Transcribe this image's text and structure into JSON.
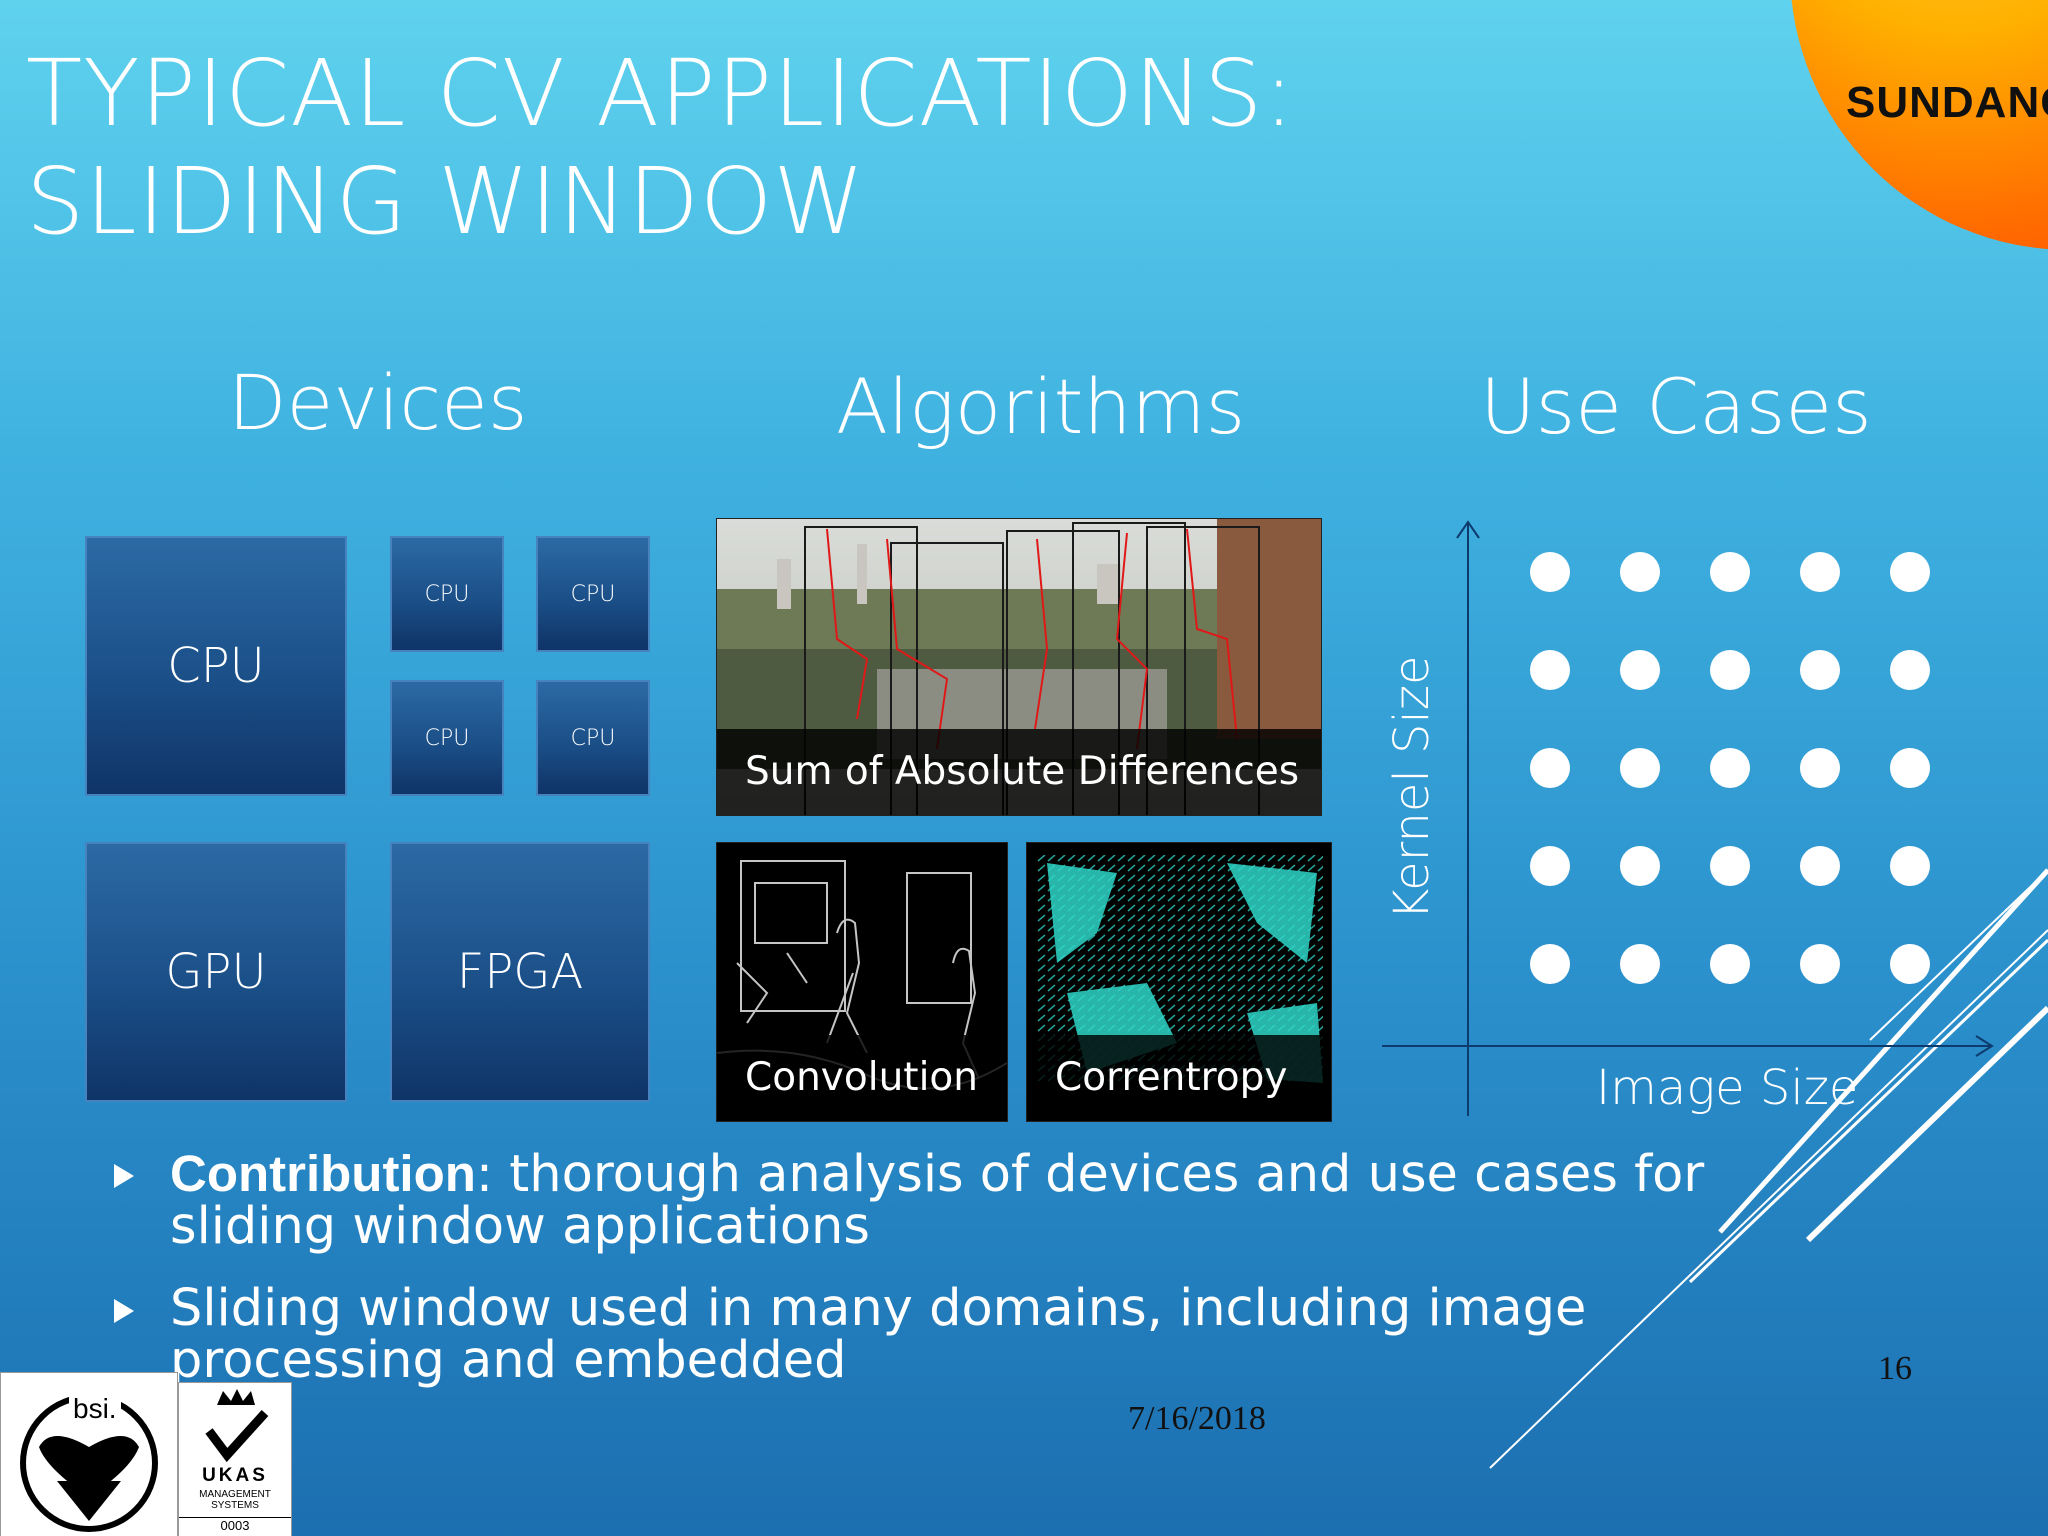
{
  "slide": {
    "title": "TYPICAL CV APPLICATIONS: SLIDING WINDOW",
    "logo_text": "SUNDANCE",
    "columns": {
      "devices": "Devices",
      "algorithms": "Algorithms",
      "use_cases": "Use Cases"
    },
    "devices": {
      "cpu_large": "CPU",
      "cpu_small": [
        "CPU",
        "CPU",
        "CPU",
        "CPU"
      ],
      "gpu": "GPU",
      "fpga": "FPGA"
    },
    "algorithms": {
      "sad": "Sum of Absolute Differences",
      "convolution": "Convolution",
      "correntropy": "Correntropy"
    },
    "use_cases": {
      "y_axis_label": "Kernel Size",
      "x_axis_label": "Image Size",
      "grid_rows": 5,
      "grid_cols": 5
    },
    "bullets": [
      {
        "bold": "Contribution",
        "text": ": thorough analysis of devices and use cases for sliding window applications"
      },
      {
        "bold": "",
        "text": "Sliding window used in many domains, including image processing and embedded"
      }
    ],
    "page_number": "16",
    "date": "7/16/2018",
    "certification": {
      "bsi": "bsi.",
      "ukas": "UKAS",
      "ukas_sub": "MANAGEMENT SYSTEMS",
      "ukas_num": "0003"
    },
    "colors": {
      "accent_orange": "#ff8c00",
      "tile_blue": "#1b4f88",
      "correntropy_cyan": "#2fd6c8"
    }
  }
}
